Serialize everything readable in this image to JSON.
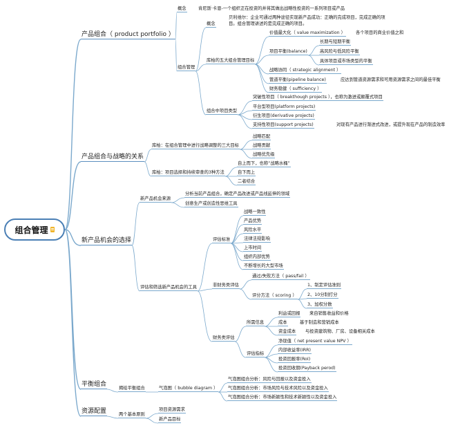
{
  "root": "组合管理",
  "nodes": [
    {
      "id": "portfolio",
      "text": "产品组合（ product portfolio ）"
    },
    {
      "id": "concept1",
      "text": "概念"
    },
    {
      "id": "concept1_def",
      "text": "肯尼斯·卡恩-一个组织正在投资的并将其做出战略性投资的一系列项目或产品"
    },
    {
      "id": "mgmt",
      "text": "组合管理"
    },
    {
      "id": "concept2",
      "text": "概念"
    },
    {
      "id": "concept2_def1",
      "text": "贝利维尔：企业可通过两种途径实现新产品成功：正确的完成项目，完成正确的项"
    },
    {
      "id": "concept2_def2",
      "text": "目。组合管理讲述的是完成正确的项目。"
    },
    {
      "id": "five_goals",
      "text": "库柏的五大组合管理目标"
    },
    {
      "id": "g_value",
      "text": "价值最大化（ value maximization ）"
    },
    {
      "id": "g_value_d",
      "text": "各个项目的商业价值之和"
    },
    {
      "id": "g_balance",
      "text": "项目平衡(balance)"
    },
    {
      "id": "b1",
      "text": "长期与短期平衡"
    },
    {
      "id": "b2",
      "text": "高风险与低风险平衡"
    },
    {
      "id": "b3",
      "text": "具体项目或市场类型的平衡"
    },
    {
      "id": "g_align",
      "text": "战略协同（ strategic alignment ）"
    },
    {
      "id": "g_pipe",
      "text": "管道平衡(pipeline balance)"
    },
    {
      "id": "g_pipe_d",
      "text": "应达到管道资源需求和可用资源需求之间的最佳平衡"
    },
    {
      "id": "g_suff",
      "text": "财务稳健（ sufficiency ）"
    },
    {
      "id": "types",
      "text": "组合中项目类型"
    },
    {
      "id": "t1",
      "text": "突破性项目（ breakthough projects ），也称为激进或颠覆式项目"
    },
    {
      "id": "t2",
      "text": "平台型项目(platform projects)"
    },
    {
      "id": "t3",
      "text": "衍生项目(derivative projects)"
    },
    {
      "id": "t4",
      "text": "支持性项目(support projects)"
    },
    {
      "id": "t4_d",
      "text": "对现有产品进行渐进式改进，或提升现在产品的制造效率"
    },
    {
      "id": "strategy",
      "text": "产品组合与战略的关系"
    },
    {
      "id": "s1",
      "text": "库柏：在组合管理中进行战略调整的三大目标"
    },
    {
      "id": "s1a",
      "text": "战略匹配"
    },
    {
      "id": "s1b",
      "text": "战略贡献"
    },
    {
      "id": "s1c",
      "text": "战略优先级"
    },
    {
      "id": "s2",
      "text": "库柏：项目选择和持续审查的3种方法"
    },
    {
      "id": "s2a",
      "text": "自上而下，也称“战略水桶”"
    },
    {
      "id": "s2b",
      "text": "自下而上"
    },
    {
      "id": "s2c",
      "text": "二者结合"
    },
    {
      "id": "newsel",
      "text": "新产品机会的选择"
    },
    {
      "id": "source",
      "text": "新产品机会来源"
    },
    {
      "id": "src1",
      "text": "分析当前产品组合，确定产品改进或产品线延伸的领域"
    },
    {
      "id": "src2",
      "text": "创意生产或创造性思维工具"
    },
    {
      "id": "tools",
      "text": "评估和筛选新产品机会的工具"
    },
    {
      "id": "criteria",
      "text": "评估标准"
    },
    {
      "id": "c1",
      "text": "战略一致性"
    },
    {
      "id": "c2",
      "text": "产品优势"
    },
    {
      "id": "c3",
      "text": "风险水平"
    },
    {
      "id": "c4",
      "text": "法律法规影响"
    },
    {
      "id": "c5",
      "text": "上市时间"
    },
    {
      "id": "c6",
      "text": "组织内部优势"
    },
    {
      "id": "c7",
      "text": "不断增长的大型市场"
    },
    {
      "id": "nonfin",
      "text": "非财务类评估"
    },
    {
      "id": "pf",
      "text": "通过/失败方法（ pass/fail ）"
    },
    {
      "id": "score",
      "text": "评分方法（ scoring ）"
    },
    {
      "id": "sc1",
      "text": "1、制定评估准则"
    },
    {
      "id": "sc2",
      "text": "2、10分制打分"
    },
    {
      "id": "sc3",
      "text": "3、加权分数"
    },
    {
      "id": "fin",
      "text": "财务类评估"
    },
    {
      "id": "info",
      "text": "所需信息"
    },
    {
      "id": "i1",
      "text": "利益或回报"
    },
    {
      "id": "i1d",
      "text": "来自销售收益和价格"
    },
    {
      "id": "i2",
      "text": "成本"
    },
    {
      "id": "i2d",
      "text": "基于制造和营销成本"
    },
    {
      "id": "i3",
      "text": "资金成本"
    },
    {
      "id": "i3d",
      "text": "与投资建筑物、厂房、设备相关成本"
    },
    {
      "id": "metrics",
      "text": "评估指标"
    },
    {
      "id": "m1",
      "text": "净现值（ net present value NPV ）"
    },
    {
      "id": "m2",
      "text": "内部收益率(IRR)"
    },
    {
      "id": "m3",
      "text": "投资回报率(RoI)"
    },
    {
      "id": "m4",
      "text": "投资回收期(Payback perod)"
    },
    {
      "id": "balance",
      "text": "平衡组合"
    },
    {
      "id": "bal1",
      "text": "揭绘平衡组合"
    },
    {
      "id": "bubble",
      "text": "气泡图（ bubble diagram ）"
    },
    {
      "id": "bb1",
      "text": "气泡图组合分析：风险与回报以及资金投入"
    },
    {
      "id": "bb2",
      "text": "气泡图组合分析：市场风险与技术风险以及资金投入"
    },
    {
      "id": "bb3",
      "text": "气泡图组合分析：市场新颖性和技术新颖性以及资金投入"
    },
    {
      "id": "resource",
      "text": "资源配置"
    },
    {
      "id": "two",
      "text": "两个基本原则"
    },
    {
      "id": "two1",
      "text": "项目资源需求"
    },
    {
      "id": "two2",
      "text": "新产品目标"
    }
  ],
  "colors": {
    "line": "#7aa8cc",
    "root_border": "#4a7fb5",
    "icon": "#f0b429"
  }
}
